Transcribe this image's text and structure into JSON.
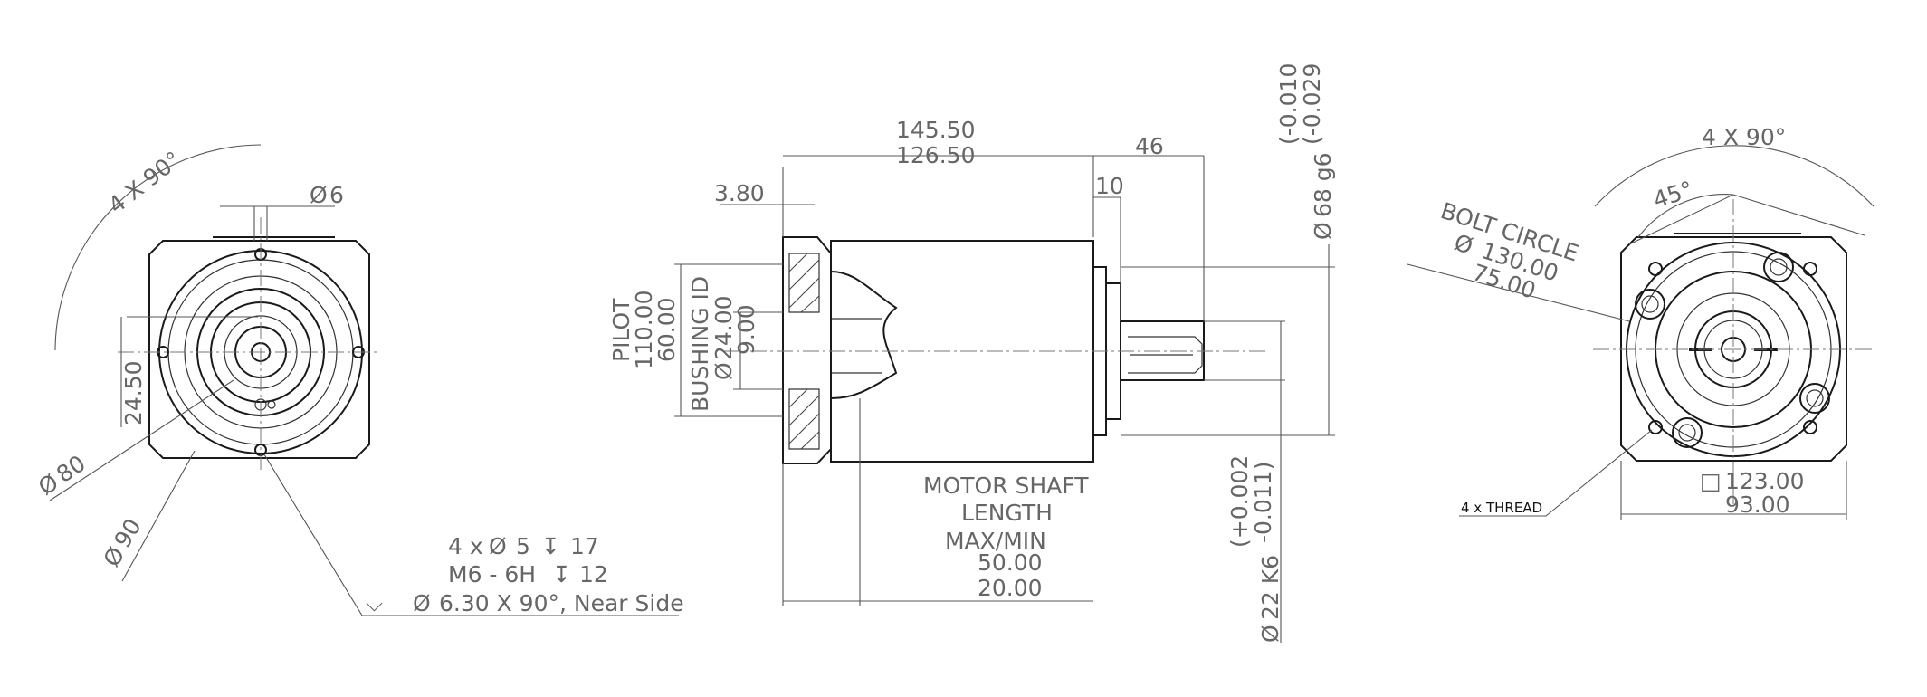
{
  "dims": {
    "left_angle": "4 X 90°",
    "left_dia6": "6",
    "left_24_50": "24.50",
    "left_dia80": "80",
    "left_dia90": "90",
    "note_holes": "4 x",
    "note_hole_dia": "5",
    "note_hole_depth": "17",
    "note_thread": "M6 - 6H",
    "note_thread_depth": "12",
    "note_csk": "6.30 X 90°, Near Side",
    "len_total": "145.50",
    "len_body": "126.50",
    "len_shaft": "46",
    "len_key": "10",
    "flange_3_80": "3.80",
    "pilot_label": "PILOT",
    "pilot_1": "110.00",
    "pilot_2": "60.00",
    "bushing_label": "BUSHING ID",
    "bushing_1": "24.00",
    "bushing_2": "9.00",
    "motor_1": "MOTOR SHAFT",
    "motor_2": "LENGTH",
    "motor_3": "MAX/MIN",
    "motor_4": "50.00",
    "motor_5": "20.00",
    "dia68": "68 g6",
    "dia68_tol_a": "(-0.010",
    "dia68_tol_b": "(-0.029",
    "dia22": "22 K6",
    "dia22_tol_a": "(+0.002",
    "dia22_tol_b": "-0.011)",
    "right_angle": "4 X 90°",
    "right_45": "45°",
    "bolt_1": "BOLT CIRCLE",
    "bolt_2": "130.00",
    "bolt_3": "75.00",
    "sq_1": "123.00",
    "sq_2": "93.00",
    "thread_label": "4 x THREAD"
  },
  "symbols": {
    "diameter": "Ø",
    "depth": "↧",
    "square": "□",
    "countersink": "⌵"
  }
}
